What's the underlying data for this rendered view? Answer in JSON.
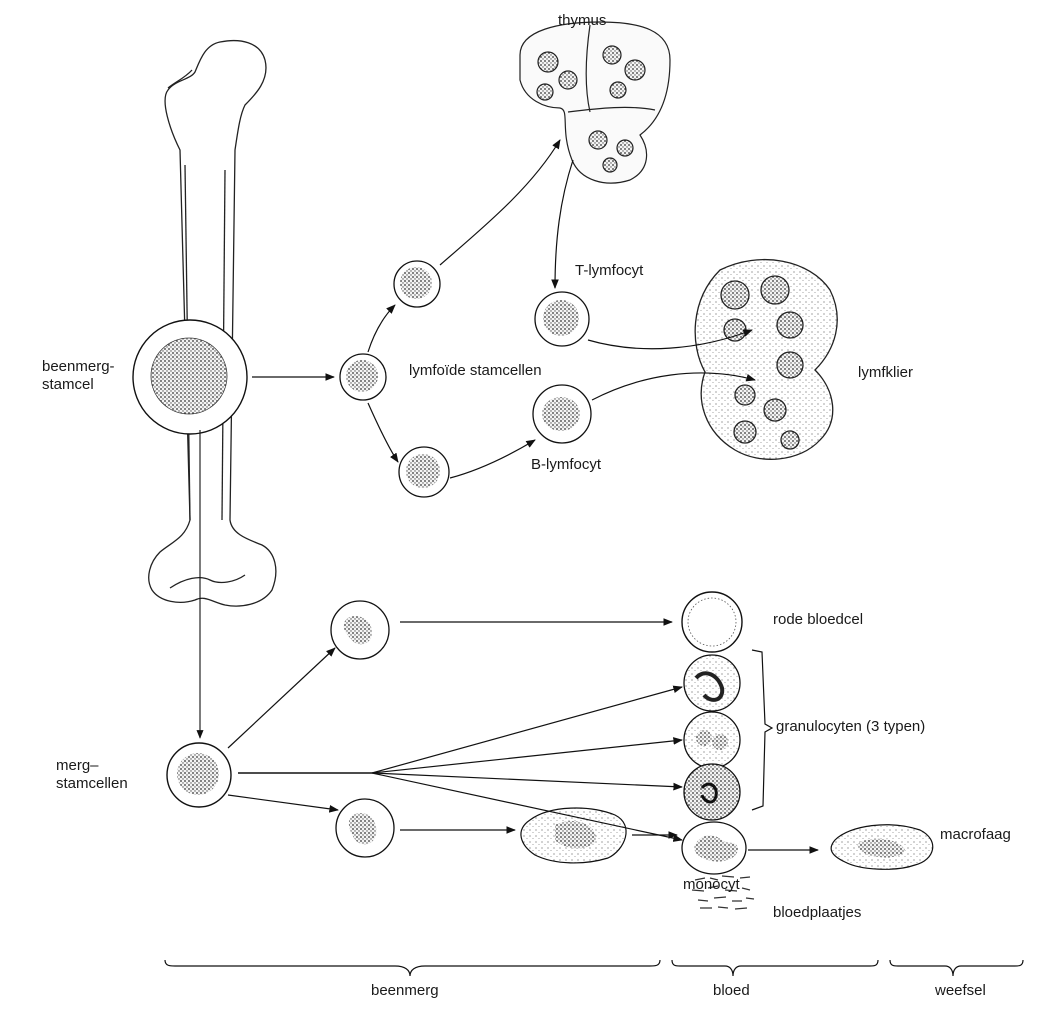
{
  "diagram": {
    "labels": {
      "thymus": "thymus",
      "beenmerg_stamcel_line1": "beenmerg-",
      "beenmerg_stamcel_line2": "stamcel",
      "lymfoide_stamcellen": "lymfoïde stamcellen",
      "t_lymfocyt": "T-lymfocyt",
      "b_lymfocyt": "B-lymfocyt",
      "lymfklier": "lymfklier",
      "rode_bloedcel": "rode bloedcel",
      "granulocyten": "granulocyten (3 typen)",
      "merg_stamcellen_line1": "merg–",
      "merg_stamcellen_line2": "stamcellen",
      "macrofaag": "macrofaag",
      "monocyt": "monocyt",
      "bloedplaatjes": "bloedplaatjes",
      "beenmerg": "beenmerg",
      "bloed": "bloed",
      "weefsel": "weefsel"
    }
  }
}
